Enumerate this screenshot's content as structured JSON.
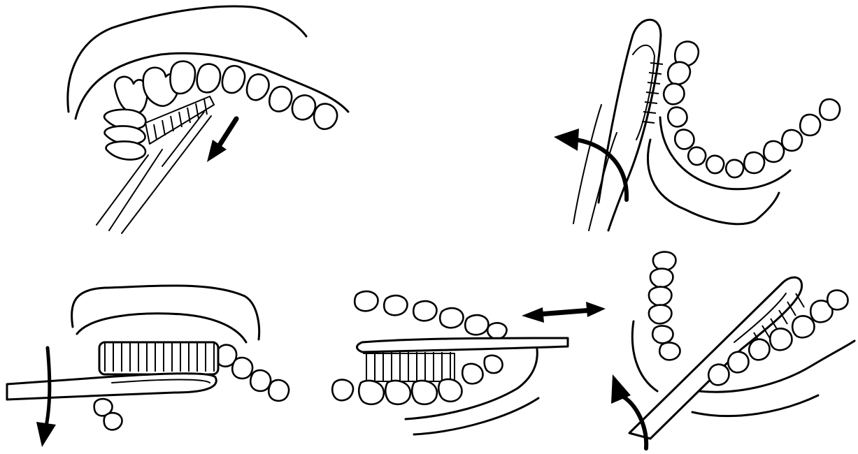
{
  "figure": {
    "panels": [
      {
        "name": "upper-teeth-outer-surface",
        "arrow": "downward-sweep"
      },
      {
        "name": "lower-teeth-inner-surface",
        "arrow": "upward-rotation"
      },
      {
        "name": "front-teeth-upper-outer",
        "arrow": "downward-sweep"
      },
      {
        "name": "chewing-surfaces",
        "arrow": "back-and-forth"
      },
      {
        "name": "lower-teeth-outer-surface",
        "arrow": "upward-rotation"
      }
    ],
    "ink_color": "#000000",
    "background_color": "#ffffff"
  }
}
